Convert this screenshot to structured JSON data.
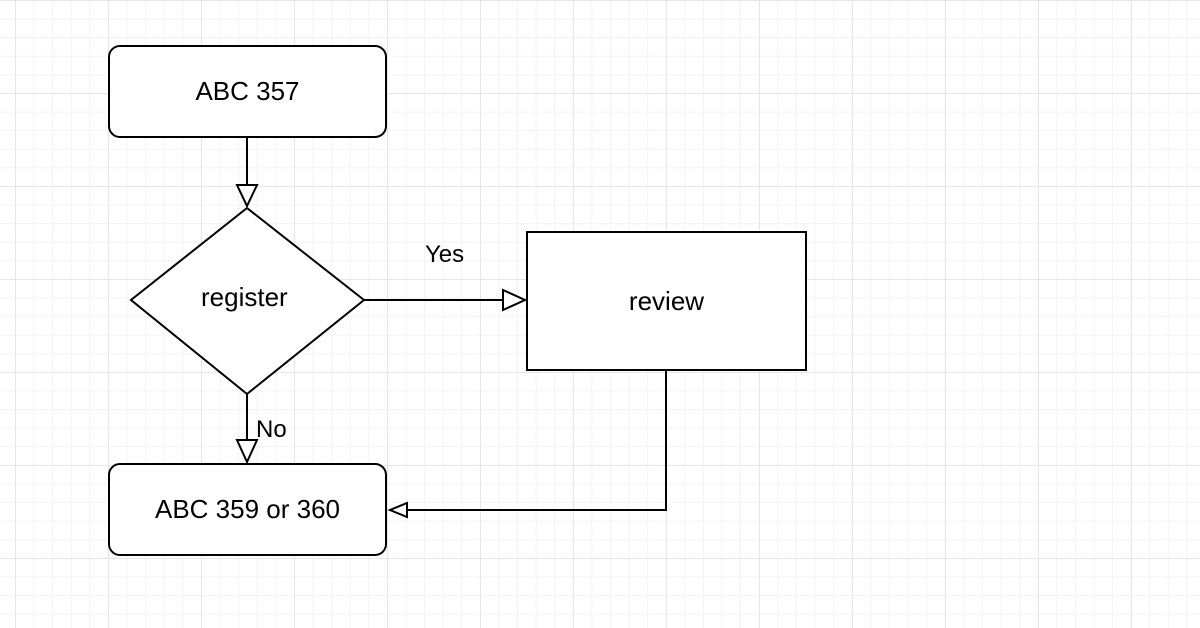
{
  "flowchart": {
    "start_node": "ABC 357",
    "decision_node": "register",
    "review_node": "review",
    "end_node": "ABC 359 or 360",
    "edge_yes": "Yes",
    "edge_no": "No"
  }
}
